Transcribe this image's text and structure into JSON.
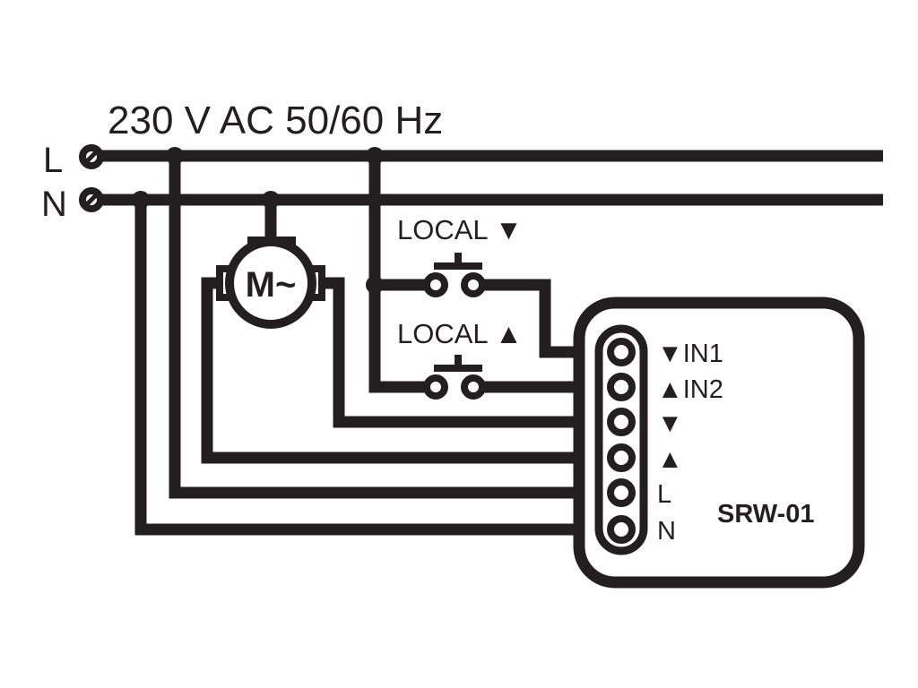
{
  "supply": {
    "label": "230 V AC 50/60 Hz"
  },
  "lines": {
    "live": "L",
    "neutral": "N"
  },
  "motor": {
    "label": "M~"
  },
  "switches": {
    "down": {
      "label": "LOCAL",
      "arrow": "▼"
    },
    "up": {
      "label": "LOCAL",
      "arrow": "▲"
    }
  },
  "module": {
    "name": "SRW-01",
    "pins": [
      "▼IN1",
      "▲IN2",
      "▼",
      "▲",
      "L",
      "N"
    ]
  },
  "colors": {
    "ink": "#231f20",
    "background": "#ffffff"
  }
}
